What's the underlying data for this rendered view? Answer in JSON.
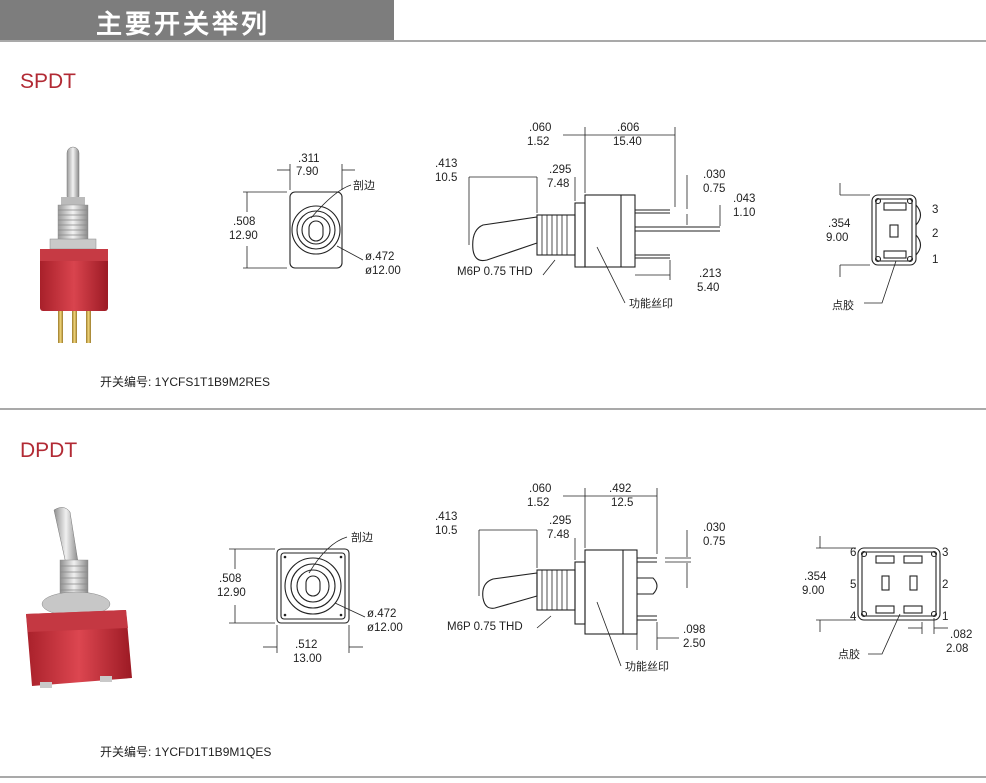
{
  "header": {
    "title": "主要开关举列"
  },
  "sections": [
    {
      "title": "SPDT",
      "part_number": "开关编号: 1YCFS1T1B9M2RES",
      "front": {
        "width_in": ".311",
        "width_mm": "7.90",
        "height_in": ".508",
        "height_mm": "12.90",
        "dia_in": "ø.472",
        "dia_mm": "ø12.00",
        "bevel": "剖边"
      },
      "side": {
        "d1_in": ".060",
        "d1_mm": "1.52",
        "d2_in": ".606",
        "d2_mm": "15.40",
        "lever_in": ".413",
        "lever_mm": "10.5",
        "bush_in": ".295",
        "bush_mm": "7.48",
        "pin_in": ".030",
        "pin_mm": "0.75",
        "pin2_in": ".043",
        "pin2_mm": "1.10",
        "pitch_in": ".213",
        "pitch_mm": "5.40",
        "thread": "M6P 0.75 THD",
        "print": "功能丝印"
      },
      "bottom": {
        "h_in": ".354",
        "h_mm": "9.00",
        "pins": [
          "3",
          "2",
          "1"
        ],
        "dot": "点胶"
      }
    },
    {
      "title": "DPDT",
      "part_number": "开关编号: 1YCFD1T1B9M1QES",
      "front": {
        "width_in": ".512",
        "width_mm": "13.00",
        "height_in": ".508",
        "height_mm": "12.90",
        "dia_in": "ø.472",
        "dia_mm": "ø12.00",
        "bevel": "剖边"
      },
      "side": {
        "d1_in": ".060",
        "d1_mm": "1.52",
        "d2_in": ".492",
        "d2_mm": "12.5",
        "lever_in": ".413",
        "lever_mm": "10.5",
        "bush_in": ".295",
        "bush_mm": "7.48",
        "pin_in": ".030",
        "pin_mm": "0.75",
        "pitch_in": ".098",
        "pitch_mm": "2.50",
        "thread": "M6P 0.75 THD",
        "print": "功能丝印"
      },
      "bottom": {
        "h_in": ".354",
        "h_mm": "9.00",
        "pins_left": [
          "6",
          "5",
          "4"
        ],
        "pins_right": [
          "3",
          "2",
          "1"
        ],
        "w_in": ".082",
        "w_mm": "2.08",
        "dot": "点胶"
      }
    }
  ]
}
